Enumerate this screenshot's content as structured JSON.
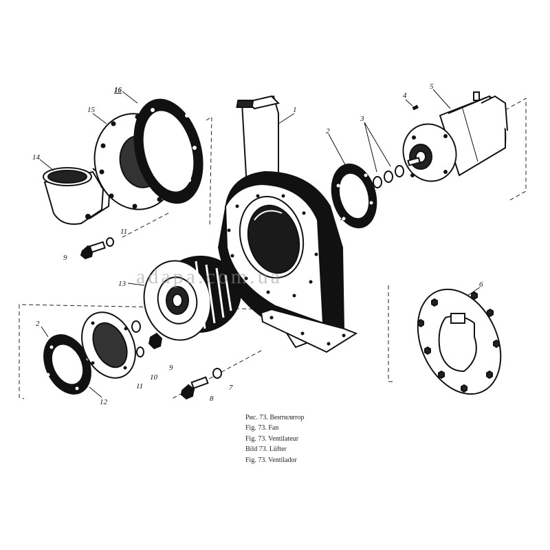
{
  "watermark": "adaра.com.ua",
  "part_labels": {
    "p1": "1",
    "p2a": "2",
    "p2b": "2",
    "p3": "3",
    "p4": "4",
    "p5": "5",
    "p6": "6",
    "p7": "7",
    "p8": "8",
    "p9a": "9",
    "p9b": "9",
    "p10": "10",
    "p11a": "11",
    "p11b": "11",
    "p12": "12",
    "p13": "13",
    "p14": "14",
    "p15": "15",
    "p16": "16"
  },
  "caption": [
    "Рис. 73. Вентилятор",
    "Fig. 73. Fan",
    "Fig. 73. Ventilateur",
    "Bild 73. Lüfter",
    "Fig. 73. Ventilador"
  ]
}
